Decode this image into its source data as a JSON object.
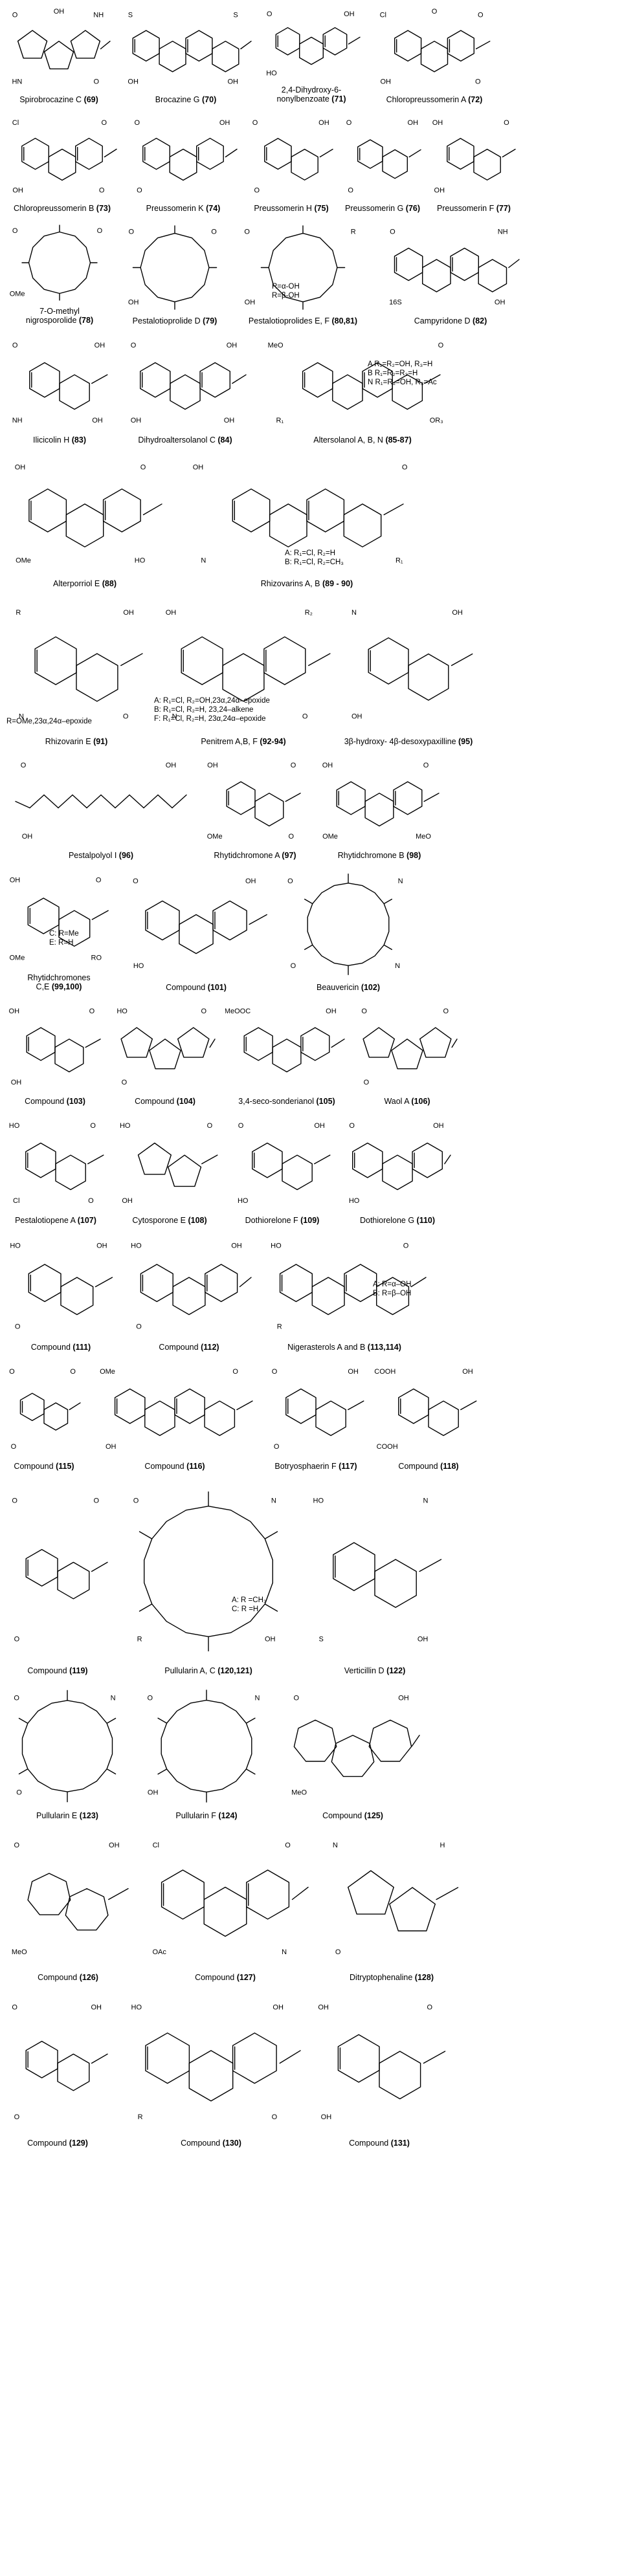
{
  "compounds": [
    {
      "name": "Spirobrocazine C",
      "num": "(69)",
      "row": 1,
      "col": 0,
      "ring": 5,
      "atoms": [
        "O",
        "NH",
        "HN",
        "O",
        "OH"
      ]
    },
    {
      "name": "Brocazine G",
      "num": "(70)",
      "row": 1,
      "col": 1,
      "ring": 6,
      "atoms": [
        "S",
        "S",
        "OH",
        "OH"
      ]
    },
    {
      "name": "2,4-Dihydroxy-6-\nnonylbenzoate",
      "num": "(71)",
      "row": 1,
      "col": 2,
      "ring": 6,
      "atoms": [
        "O",
        "OH",
        "HO"
      ]
    },
    {
      "name": "Chloropreussomerin A",
      "num": "(72)",
      "row": 1,
      "col": 3,
      "ring": 6,
      "atoms": [
        "Cl",
        "O",
        "OH",
        "O",
        "O"
      ]
    },
    {
      "name": "Chloropreussomerin B",
      "num": "(73)",
      "row": 2,
      "col": 0,
      "ring": 6,
      "atoms": [
        "Cl",
        "O",
        "OH",
        "O"
      ]
    },
    {
      "name": "Preussomerin K",
      "num": "(74)",
      "row": 2,
      "col": 1,
      "ring": 6,
      "atoms": [
        "O",
        "OH",
        "O"
      ]
    },
    {
      "name": "Preussomerin H",
      "num": "(75)",
      "row": 2,
      "col": 2,
      "ring": 6,
      "atoms": [
        "O",
        "OH",
        "O"
      ]
    },
    {
      "name": "Preussomerin G",
      "num": "(76)",
      "row": 2,
      "col": 3,
      "ring": 6,
      "atoms": [
        "O",
        "OH",
        "O"
      ]
    },
    {
      "name": "Preussomerin F",
      "num": "(77)",
      "row": 2,
      "col": 4,
      "ring": 6,
      "atoms": [
        "OH",
        "O",
        "OH"
      ]
    },
    {
      "name": "7-O-methyl\nnigrosporolide",
      "num": "(78)",
      "row": 3,
      "col": 0,
      "ring": 12,
      "atoms": [
        "O",
        "O",
        "OMe"
      ]
    },
    {
      "name": "Pestalotioprolide D",
      "num": "(79)",
      "row": 3,
      "col": 1,
      "ring": 12,
      "atoms": [
        "O",
        "O",
        "OH"
      ]
    },
    {
      "name": "Pestalotioprolides E, F",
      "num": "(80,81)",
      "row": 3,
      "col": 2,
      "ring": 12,
      "atoms": [
        "O",
        "R",
        "OH"
      ]
    },
    {
      "name": "Campyridone D",
      "num": "(82)",
      "row": 3,
      "col": 3,
      "ring": 6,
      "atoms": [
        "O",
        "NH",
        "16S",
        "OH"
      ]
    },
    {
      "name": "Ilicicolin H",
      "num": "(83)",
      "row": 4,
      "col": 0,
      "ring": 6,
      "atoms": [
        "O",
        "OH",
        "NH",
        "OH"
      ]
    },
    {
      "name": "Dihydroaltersolanol C",
      "num": "(84)",
      "row": 4,
      "col": 1,
      "ring": 6,
      "atoms": [
        "O",
        "OH",
        "OH",
        "OH"
      ]
    },
    {
      "name": "Altersolanol A, B, N",
      "num": "(85-87)",
      "row": 4,
      "col": 2,
      "ring": 6,
      "atoms": [
        "MeO",
        "O",
        "R₁",
        "OR₃"
      ]
    },
    {
      "name": "Alterporriol E",
      "num": "(88)",
      "row": 5,
      "col": 0,
      "ring": 6,
      "atoms": [
        "OH",
        "O",
        "OMe",
        "HO"
      ]
    },
    {
      "name": "Rhizovarins A, B",
      "num": "(89 - 90)",
      "row": 5,
      "col": 1,
      "ring": 6,
      "atoms": [
        "OH",
        "O",
        "N",
        "R₁"
      ]
    },
    {
      "name": "Rhizovarin E",
      "num": "(91)",
      "row": 6,
      "col": 0,
      "ring": 6,
      "atoms": [
        "R",
        "OH",
        "N",
        "O"
      ]
    },
    {
      "name": "Penitrem A,B, F",
      "num": "(92-94)",
      "row": 6,
      "col": 1,
      "ring": 6,
      "atoms": [
        "OH",
        "R₂",
        "N",
        "O"
      ]
    },
    {
      "name": "3β-hydroxy- 4β-desoxypaxilline",
      "num": "(95)",
      "row": 6,
      "col": 2,
      "ring": 6,
      "atoms": [
        "N",
        "OH",
        "OH"
      ]
    },
    {
      "name": "Pestalpolyol I",
      "num": "(96)",
      "row": 7,
      "col": 0,
      "ring": 0,
      "atoms": [
        "O",
        "OH",
        "OH"
      ]
    },
    {
      "name": "Rhytidchromone A",
      "num": "(97)",
      "row": 7,
      "col": 1,
      "ring": 6,
      "atoms": [
        "OH",
        "O",
        "OMe",
        "O"
      ]
    },
    {
      "name": "Rhytidchromone B",
      "num": "(98)",
      "row": 7,
      "col": 2,
      "ring": 6,
      "atoms": [
        "OH",
        "O",
        "OMe",
        "MeO"
      ]
    },
    {
      "name": "Rhytidchromones\nC,E",
      "num": "(99,100)",
      "row": 8,
      "col": 0,
      "ring": 6,
      "atoms": [
        "OH",
        "O",
        "OMe",
        "RO"
      ]
    },
    {
      "name": "Compound",
      "num": "(101)",
      "row": 8,
      "col": 1,
      "ring": 6,
      "atoms": [
        "O",
        "OH",
        "HO"
      ]
    },
    {
      "name": "Beauvericin",
      "num": "(102)",
      "row": 8,
      "col": 2,
      "ring": 18,
      "atoms": [
        "O",
        "N",
        "O",
        "N"
      ]
    },
    {
      "name": "Compound",
      "num": "(103)",
      "row": 9,
      "col": 0,
      "ring": 6,
      "atoms": [
        "OH",
        "O",
        "OH"
      ]
    },
    {
      "name": "Compound",
      "num": "(104)",
      "row": 9,
      "col": 1,
      "ring": 5,
      "atoms": [
        "HO",
        "O",
        "O"
      ]
    },
    {
      "name": "3,4-seco-sonderianol",
      "num": "(105)",
      "row": 9,
      "col": 2,
      "ring": 6,
      "atoms": [
        "MeOOC",
        "OH"
      ]
    },
    {
      "name": "Waol A",
      "num": "(106)",
      "row": 9,
      "col": 3,
      "ring": 5,
      "atoms": [
        "O",
        "O",
        "O"
      ]
    },
    {
      "name": "Pestalotiopene A",
      "num": "(107)",
      "row": 10,
      "col": 0,
      "ring": 6,
      "atoms": [
        "HO",
        "O",
        "Cl",
        "O"
      ]
    },
    {
      "name": "Cytosporone E",
      "num": "(108)",
      "row": 10,
      "col": 1,
      "ring": 5,
      "atoms": [
        "HO",
        "O",
        "OH"
      ]
    },
    {
      "name": "Dothiorelone F",
      "num": "(109)",
      "row": 10,
      "col": 2,
      "ring": 6,
      "atoms": [
        "O",
        "OH",
        "HO"
      ]
    },
    {
      "name": "Dothiorelone G",
      "num": "(110)",
      "row": 10,
      "col": 3,
      "ring": 6,
      "atoms": [
        "O",
        "OH",
        "HO"
      ]
    },
    {
      "name": "Compound",
      "num": "(111)",
      "row": 11,
      "col": 0,
      "ring": 6,
      "atoms": [
        "HO",
        "OH",
        "O"
      ]
    },
    {
      "name": "Compound",
      "num": "(112)",
      "row": 11,
      "col": 1,
      "ring": 6,
      "atoms": [
        "HO",
        "OH",
        "O"
      ]
    },
    {
      "name": "Nigerasterols A and B",
      "num": "(113,114)",
      "row": 11,
      "col": 2,
      "ring": 6,
      "atoms": [
        "HO",
        "O",
        "R"
      ]
    },
    {
      "name": "Compound",
      "num": "(115)",
      "row": 12,
      "col": 0,
      "ring": 6,
      "atoms": [
        "O",
        "O",
        "O"
      ]
    },
    {
      "name": "Compound",
      "num": "(116)",
      "row": 12,
      "col": 1,
      "ring": 6,
      "atoms": [
        "OMe",
        "O",
        "OH"
      ]
    },
    {
      "name": "Botryosphaerin F",
      "num": "(117)",
      "row": 12,
      "col": 2,
      "ring": 6,
      "atoms": [
        "O",
        "OH",
        "O"
      ]
    },
    {
      "name": "Compound",
      "num": "(118)",
      "row": 12,
      "col": 3,
      "ring": 6,
      "atoms": [
        "COOH",
        "OH",
        "COOH"
      ]
    },
    {
      "name": "Compound",
      "num": "(119)",
      "row": 13,
      "col": 0,
      "ring": 6,
      "atoms": [
        "O",
        "O",
        "O"
      ]
    },
    {
      "name": "Pullularin A, C",
      "num": "(120,121)",
      "row": 13,
      "col": 1,
      "ring": 18,
      "atoms": [
        "O",
        "N",
        "R",
        "OH"
      ]
    },
    {
      "name": "Verticillin D",
      "num": "(122)",
      "row": 13,
      "col": 2,
      "ring": 6,
      "atoms": [
        "HO",
        "N",
        "S",
        "OH"
      ]
    },
    {
      "name": "Pullularin E",
      "num": "(123)",
      "row": 14,
      "col": 0,
      "ring": 18,
      "atoms": [
        "O",
        "N",
        "O"
      ]
    },
    {
      "name": "Pullularin F",
      "num": "(124)",
      "row": 14,
      "col": 1,
      "ring": 18,
      "atoms": [
        "O",
        "N",
        "OH"
      ]
    },
    {
      "name": "Compound",
      "num": "(125)",
      "row": 14,
      "col": 2,
      "ring": 7,
      "atoms": [
        "O",
        "OH",
        "MeO"
      ]
    },
    {
      "name": "Compound",
      "num": "(126)",
      "row": 15,
      "col": 0,
      "ring": 7,
      "atoms": [
        "O",
        "OH",
        "MeO"
      ]
    },
    {
      "name": "Compound",
      "num": "(127)",
      "row": 15,
      "col": 1,
      "ring": 6,
      "atoms": [
        "Cl",
        "O",
        "OAc",
        "N"
      ]
    },
    {
      "name": "Ditryptophenaline",
      "num": "(128)",
      "row": 15,
      "col": 2,
      "ring": 5,
      "atoms": [
        "N",
        "H",
        "O"
      ]
    },
    {
      "name": "Compound",
      "num": "(129)",
      "row": 16,
      "col": 0,
      "ring": 6,
      "atoms": [
        "O",
        "OH",
        "O"
      ]
    },
    {
      "name": "Compound",
      "num": "(130)",
      "row": 16,
      "col": 1,
      "ring": 6,
      "atoms": [
        "HO",
        "OH",
        "R",
        "O"
      ]
    },
    {
      "name": "Compound",
      "num": "(131)",
      "row": 16,
      "col": 2,
      "ring": 6,
      "atoms": [
        "OH",
        "O",
        "OH"
      ]
    }
  ],
  "notes": [
    {
      "id": "note-80-81",
      "lines": [
        "R=α-OH",
        "R=β-OH"
      ]
    },
    {
      "id": "note-85-87",
      "lines": [
        "A R₁=R₂=OH, R₃=H",
        "B R₁=R₂=R₃=H",
        "N R₁=R₂=OH, R₃=Ac"
      ]
    },
    {
      "id": "note-89-90",
      "lines": [
        "A: R₁=Cl, R₂=H",
        "B: R₁=Cl, R₂=CH₃"
      ]
    },
    {
      "id": "note-91",
      "lines": [
        "R=OMe,23α,24α–epoxide"
      ]
    },
    {
      "id": "note-92-94",
      "lines": [
        "A: R₁=Cl, R₂=OH,23α,24α–epoxide",
        "B: R₁=Cl, R₂=H, 23,24–alkene",
        "F: R₁=Cl, R₂=H, 23α,24α–epoxide"
      ]
    },
    {
      "id": "note-99-100",
      "lines": [
        "C: R=Me",
        "E: R=H"
      ]
    },
    {
      "id": "note-113-114",
      "lines": [
        "A: R=α–OH",
        "B: R=β–OH"
      ]
    },
    {
      "id": "note-120-121",
      "lines": [
        "A: R =CH₃",
        "C: R =H"
      ]
    }
  ]
}
